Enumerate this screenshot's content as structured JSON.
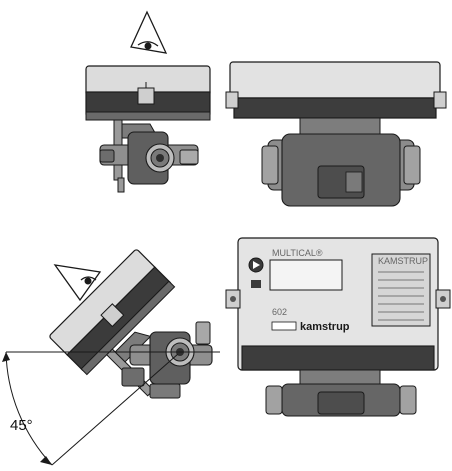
{
  "figure": {
    "angle_label": "45°",
    "brand": "kamstrup",
    "model": "602",
    "display_header": "MULTICAL®",
    "nameplate_header": "KAMSTRUP"
  },
  "colors": {
    "background": "#ffffff",
    "line": "#1a1a1a",
    "lid_light": "#d9d9d9",
    "lid_dark": "#3a3a3a",
    "body_gray": "#8c8c8c",
    "body_dark": "#555555",
    "panel": "#e6e6e6"
  },
  "icons": [
    "eye-icon",
    "eye-icon"
  ]
}
